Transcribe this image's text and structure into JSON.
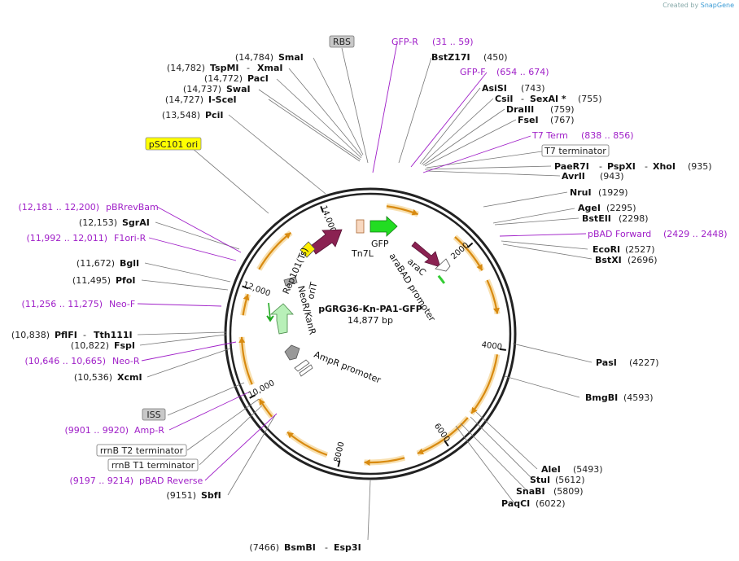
{
  "credit": {
    "prefix": "Created by",
    "brand": "SnapGene"
  },
  "plasmid": {
    "name": "pGRG36-Kn-PA1-GFP",
    "length_label": "14,877 bp",
    "length": 14877
  },
  "ticks": [
    {
      "label": "2000",
      "pos": 2000
    },
    {
      "label": "4000",
      "pos": 4000
    },
    {
      "label": "6000",
      "pos": 6000
    },
    {
      "label": "8000",
      "pos": 8000
    },
    {
      "label": "10,000",
      "pos": 10000
    },
    {
      "label": "12,000",
      "pos": 12000
    },
    {
      "label": "14,000",
      "pos": 14000
    }
  ],
  "features": [
    {
      "name": "GFP"
    },
    {
      "name": "Tn7L"
    },
    {
      "name": "araC"
    },
    {
      "name": "araBAD promoter"
    },
    {
      "name": "Rep101(Ts)"
    },
    {
      "name": "oriT"
    },
    {
      "name": "NeoR/KanR"
    },
    {
      "name": "AmpR promoter"
    }
  ],
  "sites": [
    {
      "pos": "(14,784)",
      "name": "SmaI"
    },
    {
      "pos": "(14,782)",
      "name": "TspMI",
      "name2": "XmaI"
    },
    {
      "pos": "(14,772)",
      "name": "PacI"
    },
    {
      "pos": "(14,737)",
      "name": "SwaI"
    },
    {
      "pos": "(14,727)",
      "name": "I-SceI"
    },
    {
      "pos": "(13,548)",
      "name": "PciI"
    },
    {
      "pos": "(12,153)",
      "name": "SgrAI"
    },
    {
      "pos": "(11,672)",
      "name": "BglI"
    },
    {
      "pos": "(11,495)",
      "name": "PfoI"
    },
    {
      "pos": "(10,838)",
      "name": "PflFI",
      "name2": "Tth111I"
    },
    {
      "pos": "(10,822)",
      "name": "FspI"
    },
    {
      "pos": "(10,536)",
      "name": "XcmI"
    },
    {
      "pos": "(9151)",
      "name": "SbfI"
    },
    {
      "pos": "(7466)",
      "name": "BsmBI",
      "name2": "Esp3I"
    },
    {
      "pos": "(6022)",
      "name": "PaqCI"
    },
    {
      "pos": "(5809)",
      "name": "SnaBI"
    },
    {
      "pos": "(5612)",
      "name": "StuI"
    },
    {
      "pos": "(5493)",
      "name": "AleI"
    },
    {
      "pos": "(4593)",
      "name": "BmgBI"
    },
    {
      "pos": "(4227)",
      "name": "PasI"
    },
    {
      "pos": "(2696)",
      "name": "BstXI"
    },
    {
      "pos": "(2527)",
      "name": "EcoRI"
    },
    {
      "pos": "(2298)",
      "name": "BstEII"
    },
    {
      "pos": "(2295)",
      "name": "AgeI"
    },
    {
      "pos": "(1929)",
      "name": "NruI"
    },
    {
      "pos": "(943)",
      "name": "AvrII"
    },
    {
      "pos": "(935)",
      "name": "PaeR7I",
      "name2": "PspXI",
      "name3": "XhoI"
    },
    {
      "pos": "(767)",
      "name": "FseI"
    },
    {
      "pos": "(759)",
      "name": "DraIII"
    },
    {
      "pos": "(755)",
      "name": "CsiI",
      "name2": "SexAI *"
    },
    {
      "pos": "(743)",
      "name": "AsiSI"
    },
    {
      "pos": "(450)",
      "name": "BstZ17I"
    }
  ],
  "primers": [
    {
      "name": "GFP-R",
      "range": "(31 .. 59)"
    },
    {
      "name": "GFP-F",
      "range": "(654 .. 674)"
    },
    {
      "name": "T7 Term",
      "range": "(838 .. 856)"
    },
    {
      "name": "pBAD Forward",
      "range": "(2429 .. 2448)"
    },
    {
      "name": "pBRrevBam",
      "range": "(12,181 .. 12,200)"
    },
    {
      "name": "F1ori-R",
      "range": "(11,992 .. 12,011)"
    },
    {
      "name": "Neo-F",
      "range": "(11,256 .. 11,275)"
    },
    {
      "name": "Neo-R",
      "range": "(10,646 .. 10,665)"
    },
    {
      "name": "Amp-R",
      "range": "(9901 .. 9920)"
    },
    {
      "name": "pBAD Reverse",
      "range": "(9197 .. 9214)"
    }
  ],
  "boxes": [
    {
      "text": "RBS",
      "color": "#c8c8c8"
    },
    {
      "text": "pSC101 ori",
      "color": "#ffff00"
    },
    {
      "text": "T7 terminator",
      "color": "#ffffff"
    },
    {
      "text": "ISS",
      "color": "#c8c8c8"
    },
    {
      "text": "rrnB T2 terminator",
      "color": "#ffffff"
    },
    {
      "text": "rrnB T1 terminator",
      "color": "#ffffff"
    }
  ],
  "colors": {
    "backbone": "#222222",
    "orf": "#e8a020",
    "gfp": "#22dd22",
    "arac": "#8b2252",
    "rep": "#8b2252",
    "primer": "#a020c8",
    "neo": "#b8f0b8"
  }
}
